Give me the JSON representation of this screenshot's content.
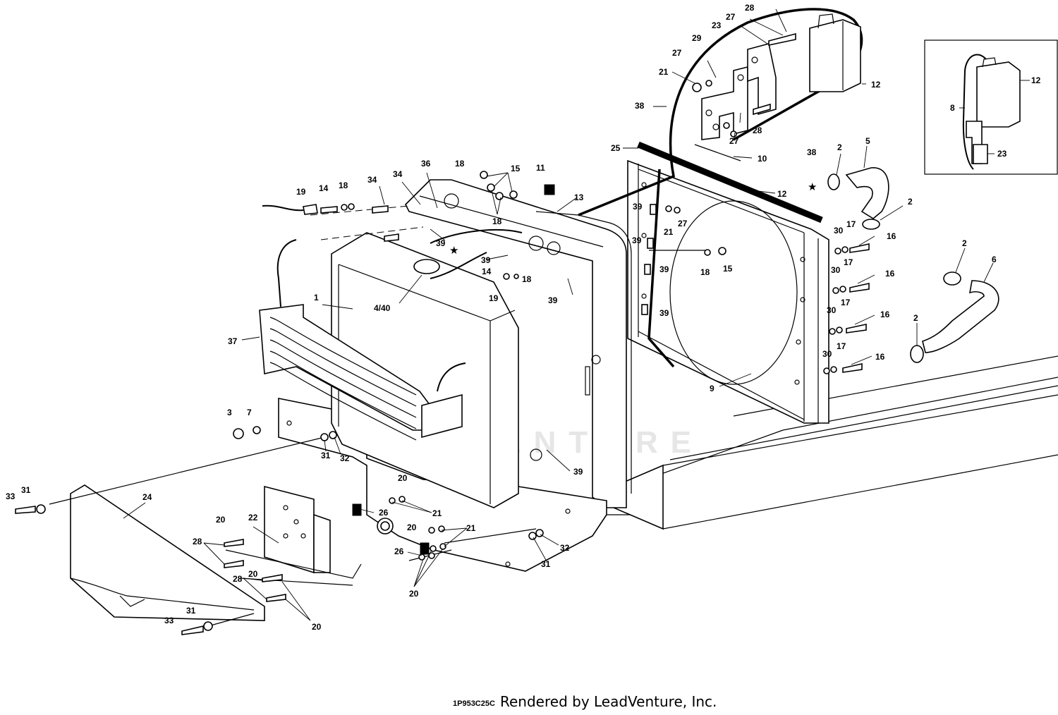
{
  "diagram_code": "1P953C25C",
  "credit": "Rendered by LeadVenture, Inc.",
  "watermark": "LEADVENTURE",
  "callouts": [
    "1",
    "2",
    "3",
    "4/40",
    "5",
    "6",
    "7",
    "8",
    "9",
    "10",
    "11",
    "12",
    "13",
    "14",
    "15",
    "16",
    "17",
    "18",
    "19",
    "20",
    "21",
    "22",
    "23",
    "24",
    "25",
    "26",
    "27",
    "28",
    "29",
    "30",
    "31",
    "32",
    "33",
    "34",
    "36",
    "37",
    "38",
    "39"
  ],
  "symbols": {
    "star": "★"
  }
}
